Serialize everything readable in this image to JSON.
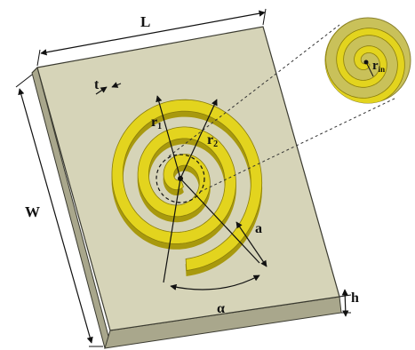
{
  "labels": {
    "length": "L",
    "width": "W",
    "height": "h",
    "thickness": "t",
    "radius1": "r",
    "radius1_sub": "1",
    "radius2": "r",
    "radius2_sub": "2",
    "gap": "a",
    "angle": "α",
    "inner_radius": "r",
    "inner_radius_sub": "in"
  },
  "colors": {
    "substrate_top": "#d6d4b8",
    "substrate_side": "#a9a78c",
    "substrate_edge": "#3a3a30",
    "spiral_fill": "#e3d41e",
    "spiral_shadow": "#a8990e",
    "dimension_line": "#111111",
    "inset_background": "#c9c15a"
  }
}
